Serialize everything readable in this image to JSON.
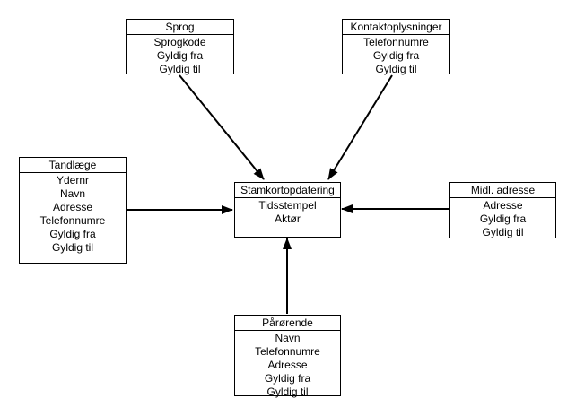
{
  "diagram": {
    "type": "entity-diagram",
    "colors": {
      "background": "#ffffff",
      "border": "#000000",
      "text": "#000000",
      "arrow": "#000000"
    },
    "entities": [
      {
        "id": "sprog",
        "title": "Sprog",
        "attributes": [
          "Sprogkode",
          "Gyldig fra",
          "Gyldig til"
        ]
      },
      {
        "id": "kontaktoplysninger",
        "title": "Kontaktoplysninger",
        "attributes": [
          "Telefonnumre",
          "Gyldig fra",
          "Gyldig til"
        ]
      },
      {
        "id": "tandlaege",
        "title": "Tandlæge",
        "attributes": [
          "Ydernr",
          "Navn",
          "Adresse",
          "Telefonnumre",
          "Gyldig fra",
          "Gyldig til"
        ]
      },
      {
        "id": "stamkortopdatering",
        "title": "Stamkortopdatering",
        "attributes": [
          "Tidsstempel",
          "Aktør"
        ]
      },
      {
        "id": "midl-adresse",
        "title": "Midl. adresse",
        "attributes": [
          "Adresse",
          "Gyldig fra",
          "Gyldig til"
        ]
      },
      {
        "id": "paaroerende",
        "title": "Pårørende",
        "attributes": [
          "Navn",
          "Telefonnumre",
          "Adresse",
          "Gyldig fra",
          "Gyldig til"
        ]
      }
    ],
    "connections": [
      {
        "from": "sprog",
        "to": "stamkortopdatering"
      },
      {
        "from": "kontaktoplysninger",
        "to": "stamkortopdatering"
      },
      {
        "from": "tandlaege",
        "to": "stamkortopdatering"
      },
      {
        "from": "midl-adresse",
        "to": "stamkortopdatering"
      },
      {
        "from": "paaroerende",
        "to": "stamkortopdatering"
      }
    ]
  }
}
